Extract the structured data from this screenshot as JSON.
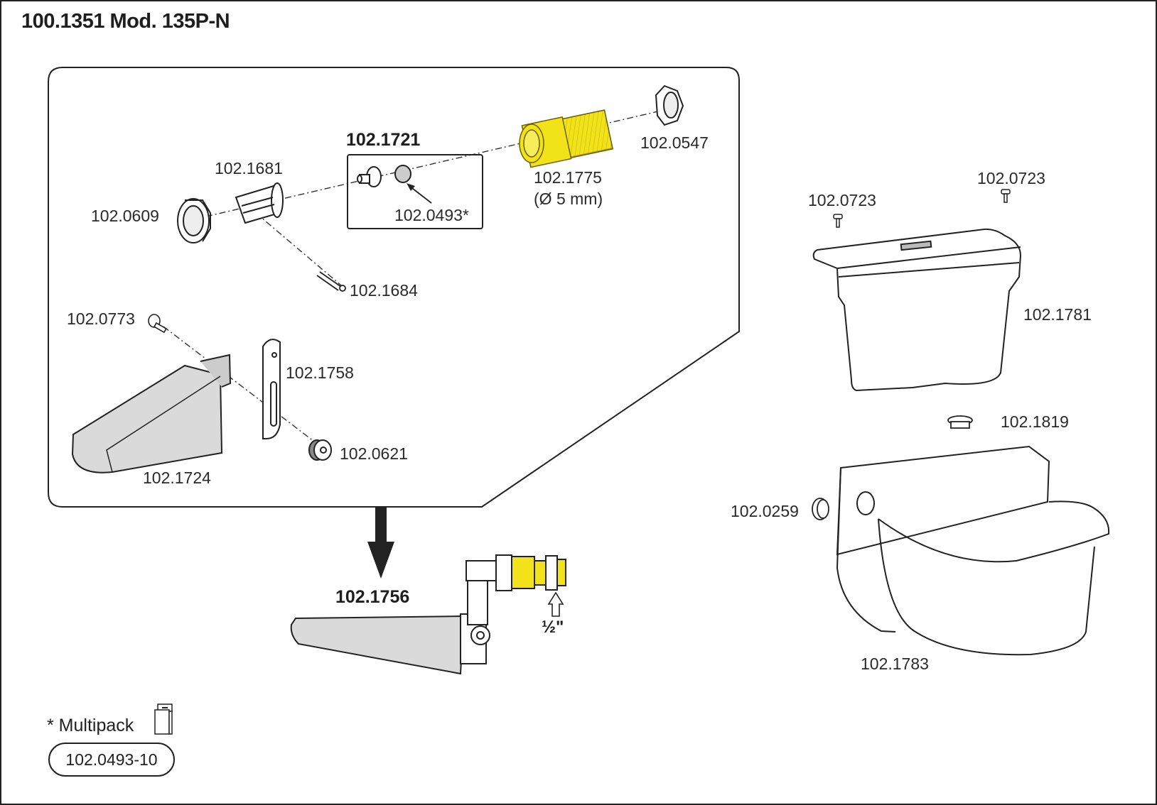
{
  "title": "100.1351 Mod. 135P-N",
  "colors": {
    "highlight": "#F2E21A",
    "part_fill": "#D9D9D9",
    "line": "#222222"
  },
  "parts": {
    "p0609": "102.0609",
    "p1681": "102.1681",
    "p1721": "102.1721",
    "p0493": "102.0493*",
    "p1775": "102.1775",
    "p1775_note": "(Ø 5 mm)",
    "p0547": "102.0547",
    "p1684": "102.1684",
    "p0773": "102.0773",
    "p1758": "102.1758",
    "p0621": "102.0621",
    "p1724": "102.1724",
    "p1756": "102.1756",
    "thread_size": "½\"",
    "p0723_left": "102.0723",
    "p0723_right": "102.0723",
    "p1781": "102.1781",
    "p1819": "102.1819",
    "p0259": "102.0259",
    "p1783": "102.1783"
  },
  "footer": {
    "multipack_label": "* Multipack",
    "multipack_part": "102.0493-10"
  }
}
